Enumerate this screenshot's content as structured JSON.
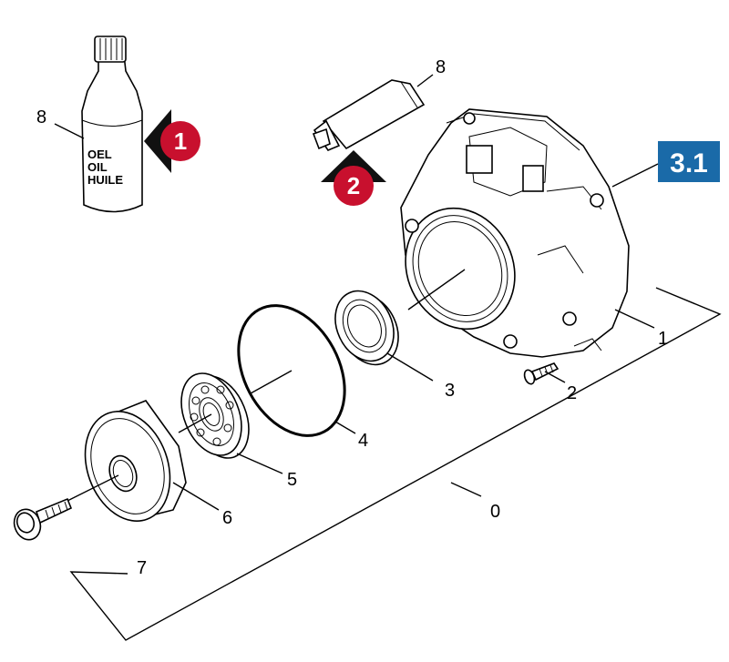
{
  "section_badge": {
    "text": "3.1",
    "color": "#1a6aa8"
  },
  "oil_bottle": {
    "lines": [
      "OEL",
      "OIL",
      "HUILE"
    ]
  },
  "step_markers": [
    {
      "number": "1",
      "color": "#c8102e"
    },
    {
      "number": "2",
      "color": "#c8102e"
    }
  ],
  "callouts": {
    "bottle": "8",
    "grease_tube": "8",
    "housing": "1",
    "screw_small": "2",
    "seal_ring": "3",
    "o_ring": "4",
    "bearing": "5",
    "cover": "6",
    "bolt": "7",
    "kit": "0"
  }
}
